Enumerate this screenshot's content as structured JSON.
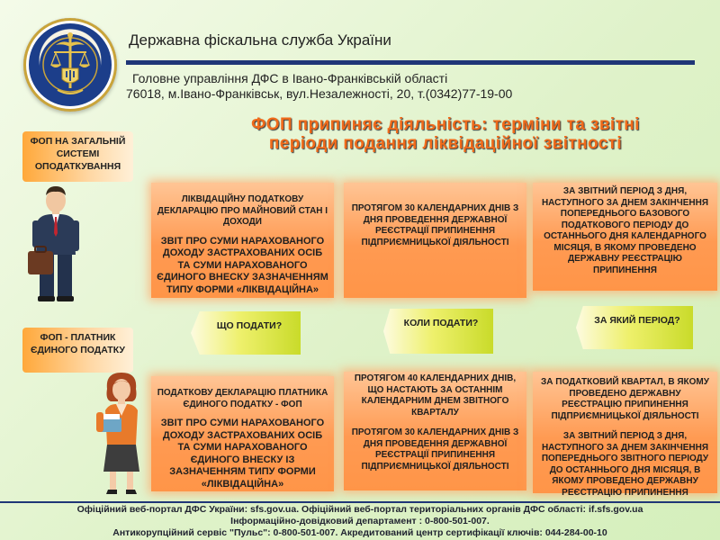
{
  "header": {
    "agency": "Державна фіскальна служба України",
    "department": "Головне управління ДФС в Івано-Франківській області",
    "address": "76018, м.Івано-Франківськ, вул.Незалежності, 20, т.(0342)77-19-00"
  },
  "title": {
    "line1": "ФОП припиняє діяльність: терміни та звітні",
    "line2": "періоди подання ліквідаційної звітності"
  },
  "labels": {
    "general": "ФОП НА ЗАГАЛЬНІЙ СИСТЕМІ ОПОДАТКУВАННЯ",
    "single_tax": "ФОП - ПЛАТНИК ЄДИНОГО ПОДАТКУ"
  },
  "questions": {
    "what": "ЩО ПОДАТИ?",
    "when": "КОЛИ ПОДАТИ?",
    "period": "ЗА ЯКИЙ ПЕРІОД?"
  },
  "general": {
    "what_1": "ЛІКВІДАЦІЙНУ ПОДАТКОВУ ДЕКЛАРАЦІЮ ПРО МАЙНОВИЙ СТАН І ДОХОДИ",
    "what_2": "Звіт про суми нарахованого доходу застрахованих осіб та суми нарахованого єдиного внеску зазначенням типу форми «Ліквідаційна»",
    "when": "ПРОТЯГОМ 30 КАЛЕНДАРНИХ ДНІВ З ДНЯ ПРОВЕДЕННЯ ДЕРЖАВНОЇ РЕЄСТРАЦІЇ ПРИПИНЕННЯ ПІДПРИЄМНИЦЬКОЇ ДІЯЛЬНОСТІ",
    "period": "ЗА ЗВІТНИЙ ПЕРІОД З ДНЯ, НАСТУПНОГО ЗА ДНЕМ ЗАКІНЧЕННЯ ПОПЕРЕДНЬОГО БАЗОВОГО ПОДАТКОВОГО ПЕРІОДУ ДО ОСТАННЬОГО ДНЯ КАЛЕНДАРНОГО МІСЯЦЯ, В ЯКОМУ ПРОВЕДЕНО ДЕРЖАВНУ РЕЄСТРАЦІЮ ПРИПИНЕННЯ"
  },
  "single": {
    "what_1": "ПОДАТКОВУ ДЕКЛАРАЦІЮ ПЛАТНИКА ЄДИНОГО ПОДАТКУ - ФОП",
    "what_2": "Звіт про суми нарахованого доходу застрахованих осіб та суми нарахованого єдиного внеску із зазначенням типу форми «Ліквідаційна»",
    "when_1": "ПРОТЯГОМ 40 КАЛЕНДАРНИХ ДНІВ, ЩО НАСТАЮТЬ ЗА ОСТАННІМ КАЛЕНДАРНИМ ДНЕМ ЗВІТНОГО КВАРТАЛУ",
    "when_2": "ПРОТЯГОМ 30 КАЛЕНДАРНИХ ДНІВ З ДНЯ ПРОВЕДЕННЯ ДЕРЖАВНОЇ РЕЄСТРАЦІЇ ПРИПИНЕННЯ ПІДПРИЄМНИЦЬКОЇ ДІЯЛЬНОСТІ",
    "period_1": "ЗА ПОДАТКОВИЙ КВАРТАЛ, В ЯКОМУ ПРОВЕДЕНО ДЕРЖАВНУ РЕЄСТРАЦІЮ ПРИПИНЕННЯ ПІДПРИЄМНИЦЬКОЇ ДІЯЛЬНОСТІ",
    "period_2": "ЗА ЗВІТНИЙ ПЕРІОД З ДНЯ, НАСТУПНОГО ЗА ДНЕМ ЗАКІНЧЕННЯ ПОПЕРЕДНЬОГО ЗВІТНОГО ПЕРІОДУ ДО ОСТАННЬОГО ДНЯ МІСЯЦЯ, В ЯКОМУ ПРОВЕДЕНО ДЕРЖАВНУ РЕЄСТРАЦІЮ ПРИПИНЕННЯ"
  },
  "footer": {
    "line1": "Офіційний веб-портал ДФС України: sfs.gov.ua. Офіційний веб-портал територіальних органів ДФС області: if.sfs.gov.ua",
    "line2": "Інформаційно-довідковий департамент : 0-800-501-007.",
    "line3": "Антикорупційний сервіс \"Пульс\": 0-800-501-007. Акредитований центр сертифікації ключів: 044-284-00-10"
  },
  "colors": {
    "navy": "#1f3677",
    "orange": "#ff9a52",
    "title_orange": "#f06a1a",
    "lime": "#c9db2a"
  },
  "icons": [
    "emblem-logo",
    "businessman-figure",
    "businesswoman-figure"
  ]
}
